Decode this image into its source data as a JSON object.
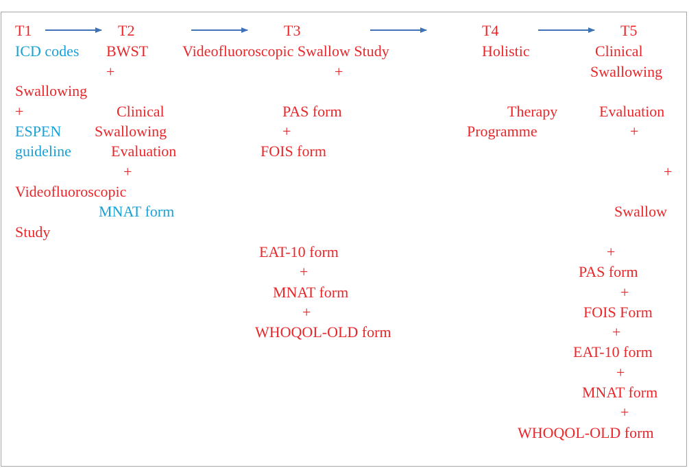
{
  "colors": {
    "red": "#e8272a",
    "blue": "#1aa0d6",
    "arrow": "#3f72b4",
    "border": "#a6a6a6"
  },
  "t1": {
    "header": "T1",
    "icd_codes": "ICD codes",
    "swallowing": "Swallowing",
    "plus": "+",
    "espen": "ESPEN",
    "guideline": "guideline"
  },
  "t2": {
    "header": "T2",
    "bwst": "BWST",
    "plus": "+",
    "clinical": "Clinical",
    "swallowing": "Swallowing",
    "evaluation": "Evaluation",
    "videofluoroscopic": "Videofluoroscopic",
    "mnat": "MNAT form",
    "study": "Study"
  },
  "t3": {
    "header": "T3",
    "vss": "Videofluoroscopic Swallow Study",
    "plus": "+",
    "pas": "PAS form",
    "fois": "FOIS form",
    "eat10": "EAT-10 form",
    "mnat": "MNAT form",
    "whoqol": "WHOQOL-OLD form"
  },
  "t4": {
    "header": "T4",
    "holistic": "Holistic",
    "therapy": "Therapy",
    "programme": "Programme"
  },
  "t5": {
    "header": "T5",
    "clinical": "Clinical",
    "swallowing": "Swallowing",
    "evaluation": "Evaluation",
    "plus": "+",
    "swallow": "Swallow",
    "pas": "PAS form",
    "fois": "FOIS Form",
    "eat10": "EAT-10 form",
    "mnat": "MNAT form",
    "whoqol": "WHOQOL-OLD form"
  }
}
